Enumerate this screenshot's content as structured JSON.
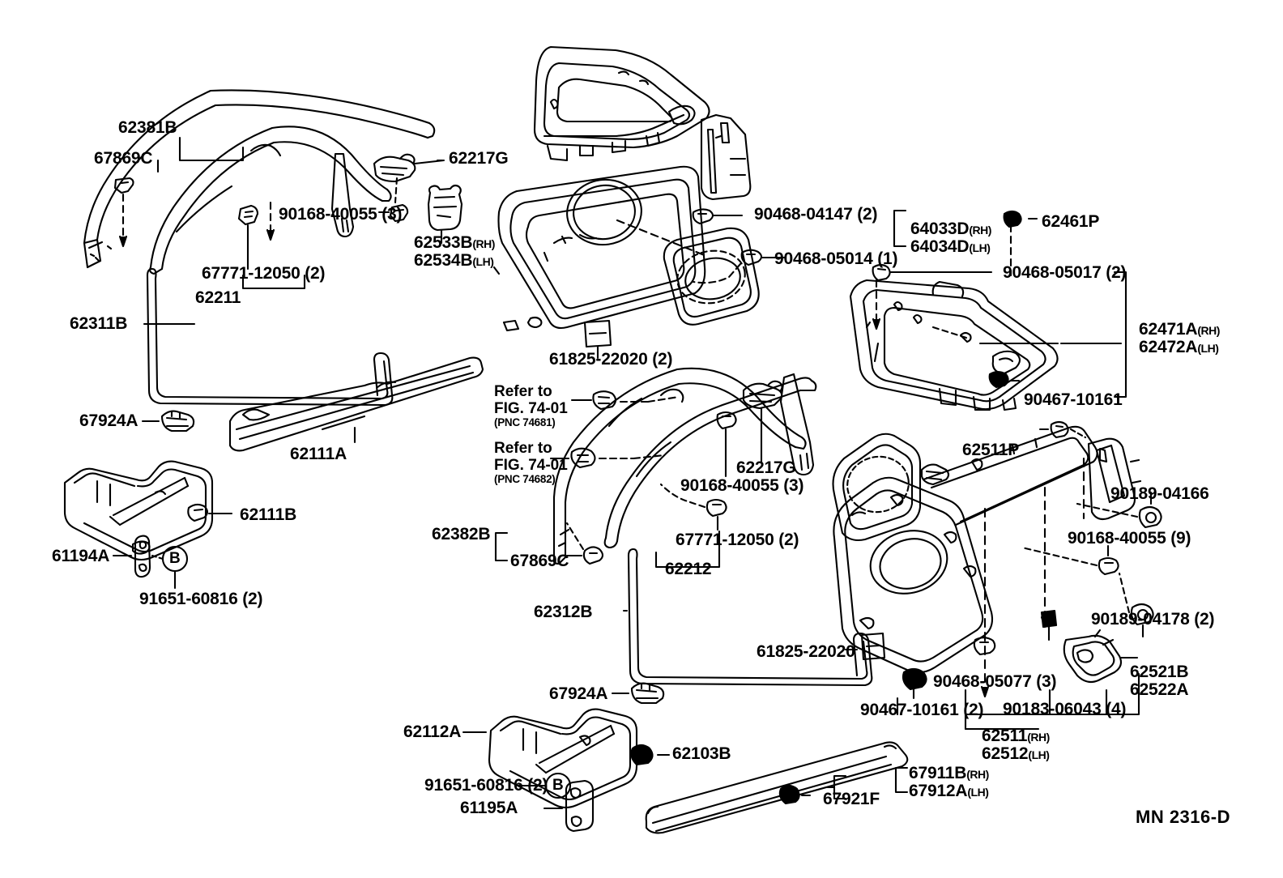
{
  "diagram": {
    "code": "MN 2316-D",
    "title": "Toyota body parts diagram - pillar garnish / quarter trim"
  },
  "labels": {
    "p62381B": "62381B",
    "p67869C_top": "67869C",
    "p62217G_top": "62217G",
    "p90168_40055_3_top": "90168-40055 (3)",
    "p67771_12050_2_top": "67771-12050 (2)",
    "p62211": "62211",
    "p62533B": "62533B",
    "p62534B": "62534B",
    "rh": "(RH)",
    "lh": "(LH)",
    "p90468_04147_2": "90468-04147 (2)",
    "p90468_05014_1": "90468-05014 (1)",
    "p64033D": "64033D",
    "p64034D": "64034D",
    "p62461P": "62461P",
    "p90468_05017_2": "90468-05017 (2)",
    "p62471A": "62471A",
    "p62472A": "62472A",
    "p90467_10161": "90467-10161",
    "p61825_22020_2": "61825-22020 (2)",
    "p62311B": "62311B",
    "p67924A_upper": "67924A",
    "p62111A": "62111A",
    "p62111B": "62111B",
    "p61194A": "61194A",
    "p91651_60816_2_upper": "91651-60816 (2)",
    "refer1_line1": "Refer to",
    "refer1_line2": "FIG. 74-01",
    "refer1_pnc": "(PNC 74681)",
    "refer2_line1": "Refer to",
    "refer2_line2": "FIG. 74-01",
    "refer2_pnc": "(PNC 74682)",
    "p62217G_mid": "62217G",
    "p90168_40055_3_mid": "90168-40055 (3)",
    "p67771_12050_2_mid": "67771-12050 (2)",
    "p62212": "62212",
    "p62382B": "62382B",
    "p67869C_mid": "67869C",
    "p62312B": "62312B",
    "p61825_22020": "61825-22020",
    "p62511P": "62511P",
    "p90189_04166": "90189-04166",
    "p90168_40055_9": "90168-40055 (9)",
    "p90189_04178_2": "90189-04178 (2)",
    "p62521B": "62521B",
    "p62522A": "62522A",
    "p90468_05077_3": "90468-05077 (3)",
    "p90467_10161_2": "90467-10161 (2)",
    "p90183_06043_4": "90183-06043 (4)",
    "p62511": "62511",
    "p62512": "62512",
    "p67924A_lower": "67924A",
    "p62112A": "62112A",
    "p62103B": "62103B",
    "p91651_60816_2_lower": "91651-60816 (2)",
    "p61195A": "61195A",
    "p67911B": "67911B",
    "p67912A": "67912A",
    "p67921F": "67921F",
    "balloonB": "B"
  },
  "colors": {
    "line": "#000000",
    "background": "#ffffff"
  }
}
